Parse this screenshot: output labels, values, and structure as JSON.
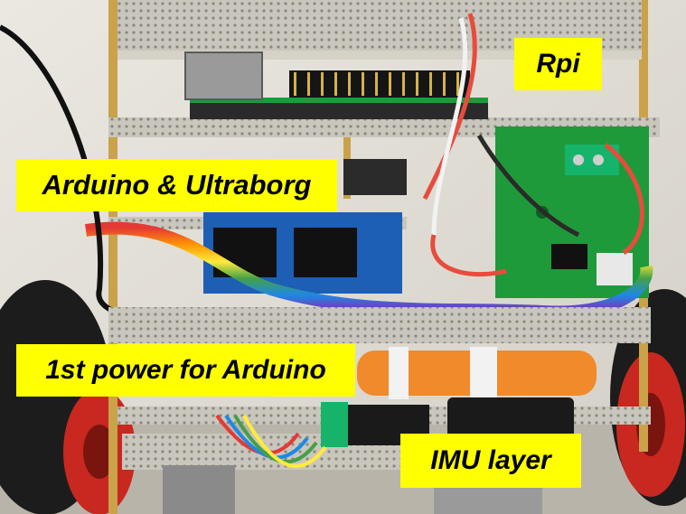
{
  "labels": {
    "rpi": "Rpi",
    "arduino_ultraborg": "Arduino & Ultraborg",
    "power_arduino": "1st power for Arduino",
    "imu_layer": "IMU layer"
  },
  "colors": {
    "label_background": "#ffff00",
    "label_text": "#000000",
    "board_green": "#1f9a3a",
    "arduino_blue": "#1d5fb5",
    "battery_orange": "#f08a2a",
    "wheel_red": "#c8281f"
  }
}
